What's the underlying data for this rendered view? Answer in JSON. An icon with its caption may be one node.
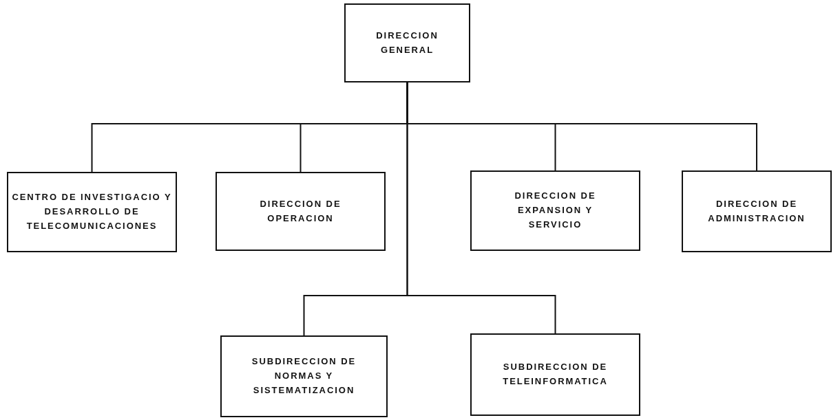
{
  "diagram": {
    "nodes": [
      {
        "text": [
          "DIRECCION GENERAL"
        ]
      },
      {
        "text": [
          "CENTRO DE INVESTIGACIO Y DESARROLLO DE TELECOMUNICACIONES"
        ]
      },
      {
        "text": [
          "DIRECCION DE OPERACION"
        ]
      },
      {
        "text": [
          "DIRECCION DE EXPANSION Y SERVICIO"
        ]
      },
      {
        "text": [
          "DIRECCION DE ADMINISTRACION"
        ]
      },
      {
        "text": [
          "SUBDIRECCION DE NORMAS Y SISTEMATIZACION"
        ]
      },
      {
        "text": [
          "SUBDIRECCION DE TELEINFORMATICA"
        ]
      }
    ],
    "edges": [
      {
        "from": 0,
        "to": 1,
        "arrow": "none"
      },
      {
        "from": 0,
        "to": 2,
        "arrow": "none"
      },
      {
        "from": 0,
        "to": 3,
        "arrow": "none"
      },
      {
        "from": 0,
        "to": 4,
        "arrow": "none"
      },
      {
        "from": 0,
        "to": 5,
        "arrow": "none"
      },
      {
        "from": 0,
        "to": 6,
        "arrow": "none"
      }
    ]
  }
}
